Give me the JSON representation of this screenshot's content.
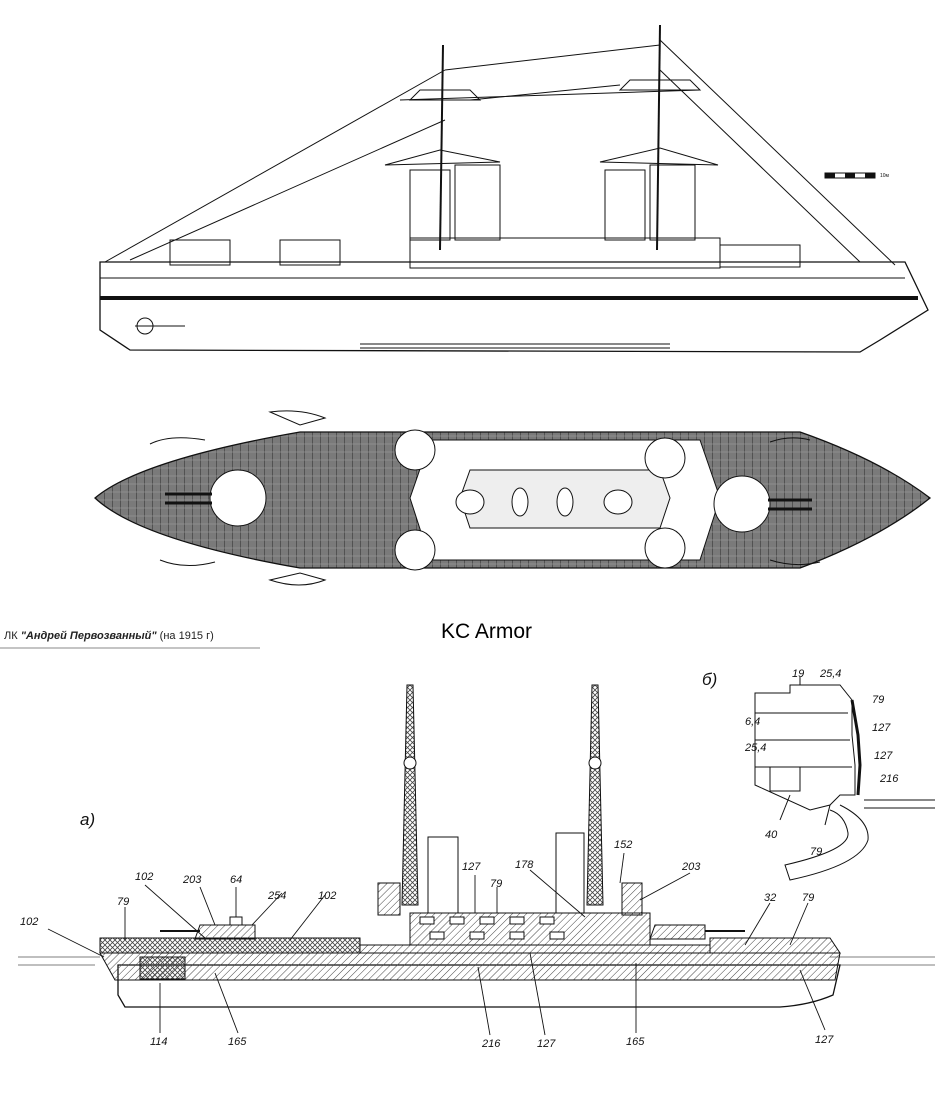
{
  "caption": {
    "type_prefix": "ЛК",
    "ship_name": "\"Андрей Первозванный\"",
    "year_note": "(на 1915 г)"
  },
  "title": "KC Armor",
  "scale_bar": {
    "label": "10м"
  },
  "armor_profile": {
    "view_label": "а)",
    "labels": [
      "102",
      "79",
      "102",
      "203",
      "64",
      "254",
      "102",
      "114",
      "165",
      "216",
      "127",
      "127",
      "79",
      "178",
      "152",
      "203",
      "32",
      "79",
      "165",
      "127"
    ]
  },
  "cross_section": {
    "view_label": "б)",
    "labels": [
      "19",
      "25,4",
      "79",
      "6,4",
      "127",
      "25,4",
      "127",
      "216",
      "40",
      "79"
    ]
  },
  "colors": {
    "ink": "#111111",
    "paper": "#ffffff",
    "hatch": "#555555",
    "deck": "#6b6b6b"
  }
}
